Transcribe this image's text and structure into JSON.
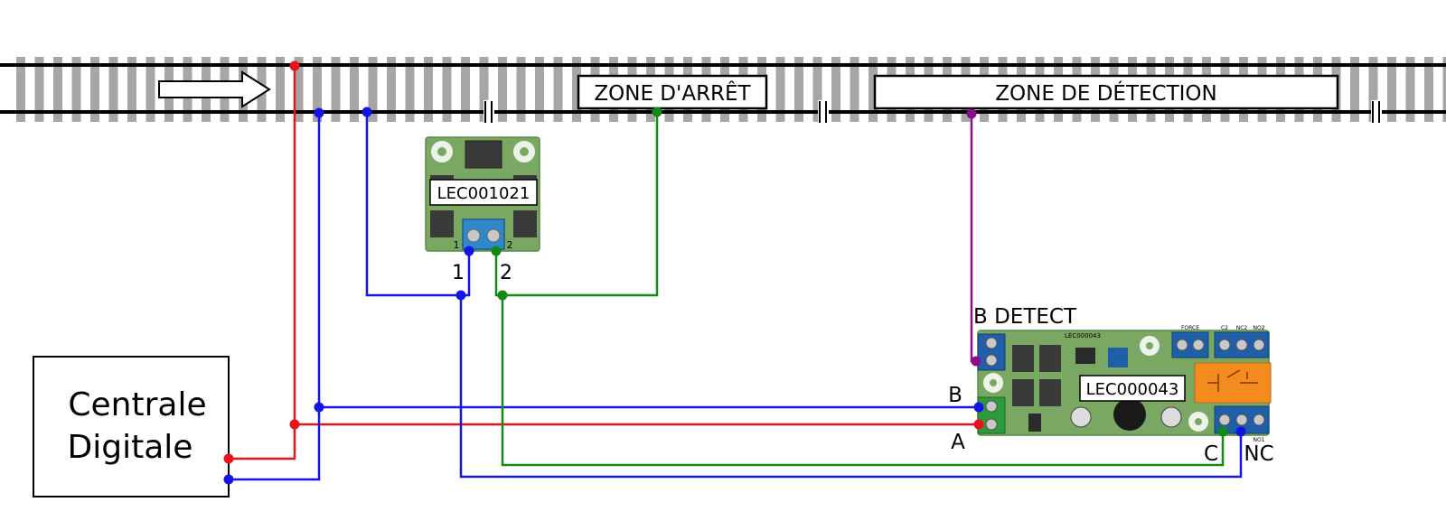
{
  "zones": {
    "stop_zone": "ZONE D'ARRÊT",
    "detection_zone": "ZONE DE DÉTECTION"
  },
  "central": {
    "line1": "Centrale",
    "line2": "Digitale"
  },
  "module_small": {
    "name": "LEC001021",
    "terminal_1": "1",
    "terminal_2": "2"
  },
  "module_large": {
    "name": "LEC000043",
    "silk_name": "LEC000043",
    "terminal_b_detect": "B DETECT",
    "terminal_b": "B",
    "terminal_a": "A",
    "terminal_c": "C",
    "terminal_nc": "NC",
    "header_labels": [
      "FORCE",
      "C2",
      "NC2",
      "NO2"
    ],
    "bottom_label": "NO1"
  },
  "colors": {
    "wire_red": "#e8141a",
    "wire_blue": "#1414e6",
    "wire_green": "#128a14",
    "wire_purple": "#8c0c8c",
    "pcb": "#7aa862",
    "terminal_blue": "#1e5fa8",
    "relay_orange": "#f58a1f"
  },
  "icons": {
    "direction_arrow": "arrow-right-icon"
  }
}
